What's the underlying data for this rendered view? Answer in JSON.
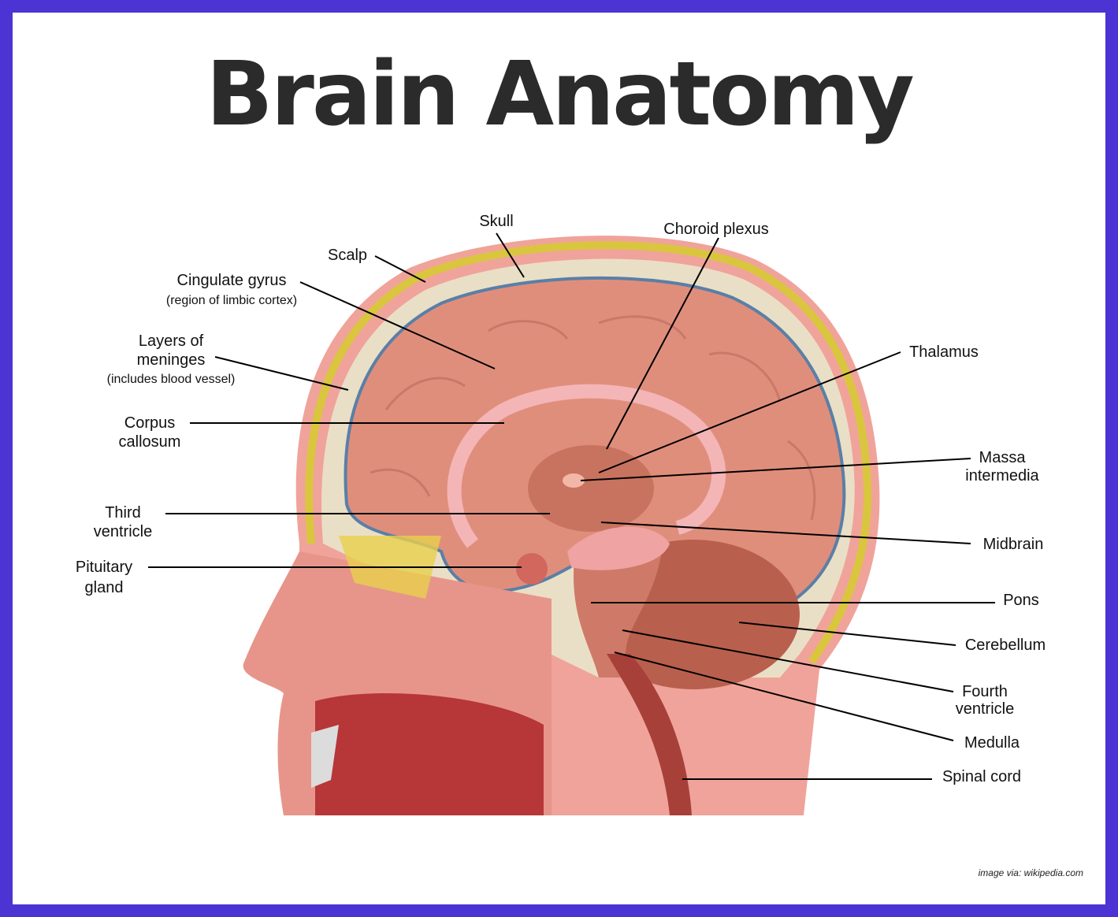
{
  "title": "Brain Anatomy",
  "credit": "image via:  wikipedia.com",
  "labels": {
    "skull": "Skull",
    "scalp": "Scalp",
    "choroid_plexus": "Choroid plexus",
    "cingulate_gyrus": "Cingulate gyrus",
    "cingulate_gyrus_sub": "(region of limbic cortex)",
    "meninges_line1": "Layers of",
    "meninges_line2": "meninges",
    "meninges_sub": "(includes blood vessel)",
    "thalamus": "Thalamus",
    "corpus_line1": "Corpus",
    "corpus_line2": "callosum",
    "massa_line1": "Massa",
    "massa_line2": "intermedia",
    "third_line1": "Third",
    "third_line2": "ventricle",
    "midbrain": "Midbrain",
    "pituitary_line1": "Pituitary",
    "pituitary_line2": "gland",
    "pons": "Pons",
    "cerebellum": "Cerebellum",
    "fourth_line1": "Fourth",
    "fourth_line2": "ventricle",
    "medulla": "Medulla",
    "spinal_cord": "Spinal cord"
  },
  "colors": {
    "frame": "#4b33d4",
    "cortex": "#e08e7c",
    "skull": "#e9dfc6",
    "scalp": "#f0a39a",
    "fat": "#d9c63e",
    "dura": "#5a7fa6",
    "cerebellum": "#b8604d",
    "csf": "#9fc4e6"
  }
}
